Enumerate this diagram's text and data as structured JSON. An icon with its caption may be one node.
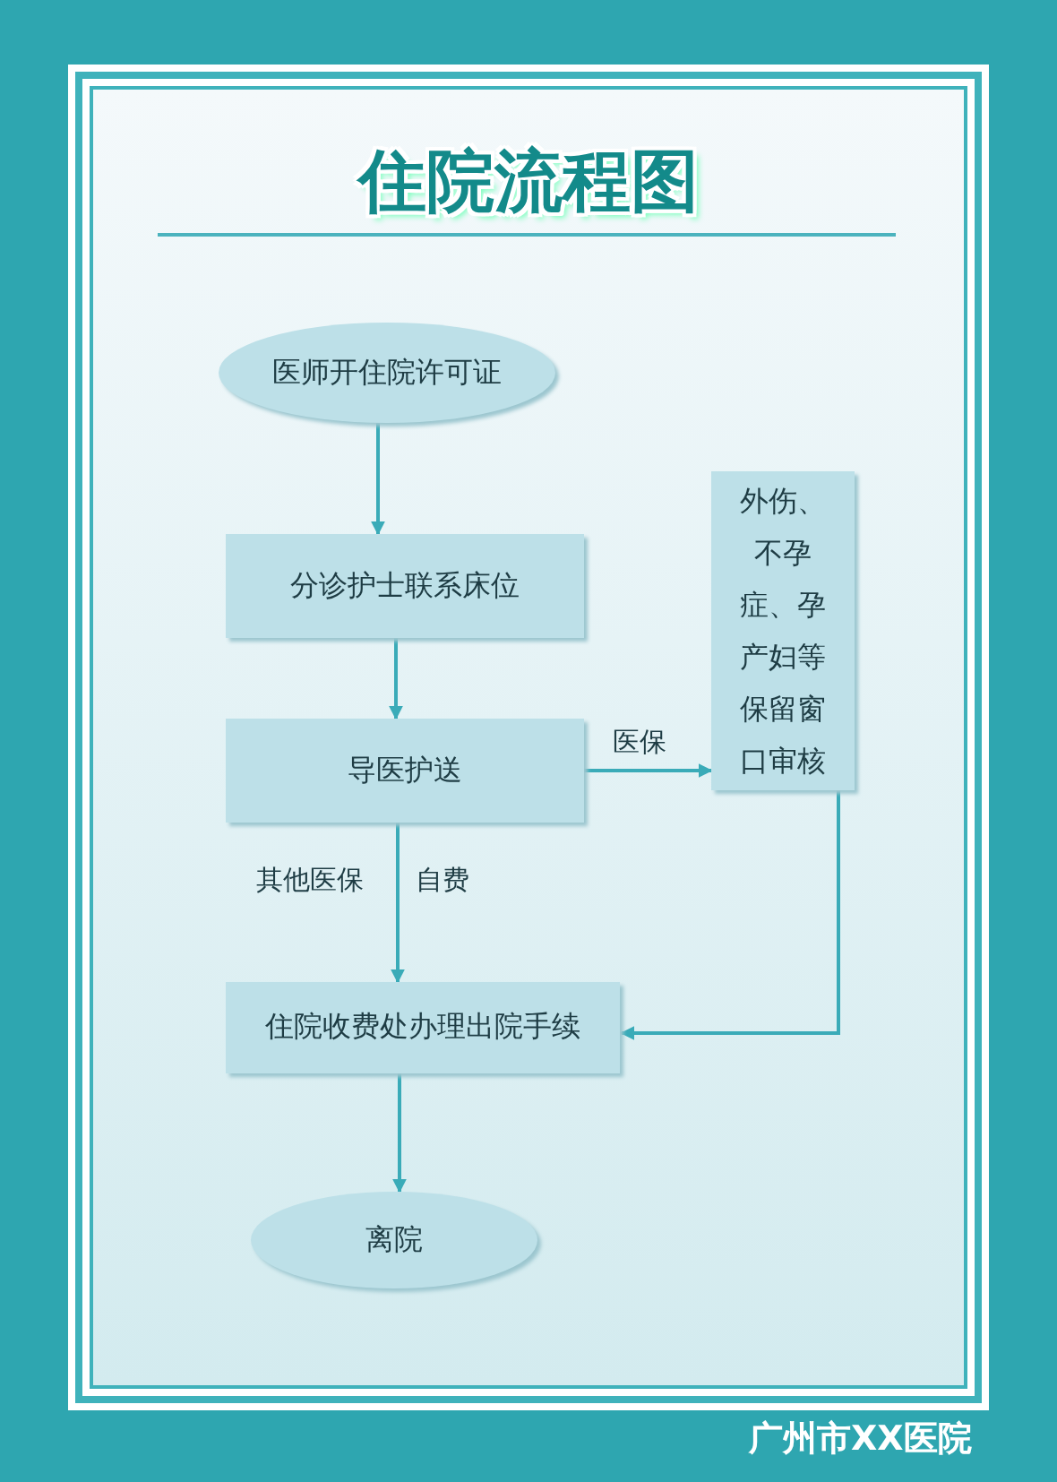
{
  "diagram": {
    "title": "住院流程图",
    "nodes": [
      {
        "text": [
          "医师开住院许可证"
        ]
      },
      {
        "text": [
          "分诊护士联系床位"
        ]
      },
      {
        "text": [
          "导医护送"
        ]
      },
      {
        "text": [
          "外伤、不孕症、孕产妇等保留窗口审核"
        ]
      },
      {
        "text": [
          "住院收费处办理出院手续"
        ]
      },
      {
        "text": [
          "离院"
        ]
      }
    ],
    "edges": [
      {
        "from": 0,
        "to": 1,
        "arrow": "to"
      },
      {
        "from": 1,
        "to": 2,
        "arrow": "to"
      },
      {
        "from": 2,
        "to": 3,
        "arrow": "to",
        "label": "医保"
      },
      {
        "from": 2,
        "to": 4,
        "arrow": "to",
        "label": "其他医保"
      },
      {
        "from": 3,
        "to": 4,
        "arrow": "to"
      },
      {
        "from": 4,
        "to": 5,
        "arrow": "to"
      }
    ],
    "labels": [
      "自费",
      "广州市XX医院"
    ]
  }
}
